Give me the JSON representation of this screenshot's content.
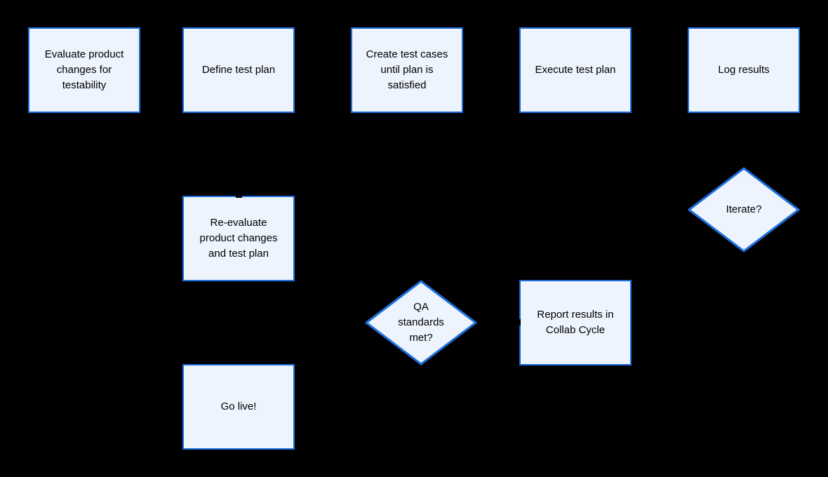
{
  "diagram": {
    "description": "QA testing process flowchart on black background",
    "colors": {
      "node_fill": "#EDF4FD",
      "node_stroke": "#1C6EDC",
      "background": "#000000",
      "text": "#000000",
      "connector": "#000000"
    },
    "nodes": {
      "evaluate": {
        "type": "process",
        "label": "Evaluate product\nchanges for\ntestability"
      },
      "define": {
        "type": "process",
        "label": "Define test plan"
      },
      "create": {
        "type": "process",
        "label": "Create test cases\nuntil plan is\nsatisfied"
      },
      "execute": {
        "type": "process",
        "label": "Execute test plan"
      },
      "log": {
        "type": "process",
        "label": "Log results"
      },
      "iterate": {
        "type": "decision",
        "label": "Iterate?"
      },
      "reevaluate": {
        "type": "process",
        "label": "Re-evaluate\nproduct changes\nand test plan"
      },
      "qa": {
        "type": "decision",
        "label": "QA\nstandards\nmet?"
      },
      "report": {
        "type": "process",
        "label": "Report results in\nCollab Cycle"
      },
      "golive": {
        "type": "process",
        "label": "Go live!"
      }
    }
  }
}
